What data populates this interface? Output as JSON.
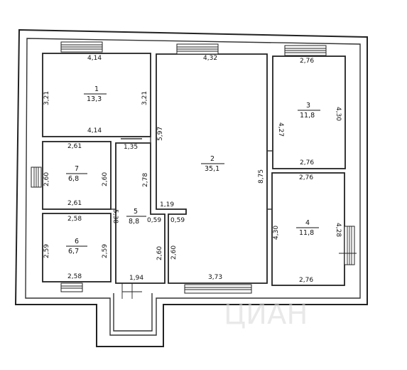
{
  "rooms": [
    {
      "num": "1",
      "area": "13,3"
    },
    {
      "num": "2",
      "area": "35,1"
    },
    {
      "num": "3",
      "area": "11,8"
    },
    {
      "num": "4",
      "area": "11,8"
    },
    {
      "num": "5",
      "area": "8,8"
    },
    {
      "num": "6",
      "area": "6,7"
    },
    {
      "num": "7",
      "area": "6,8"
    }
  ],
  "dims": {
    "r1_top": "4,14",
    "r1_bottom": "4,14",
    "r1_left": "3,21",
    "r1_right": "3,21",
    "r2_top": "4,32",
    "r2_bottom": "3,73",
    "r2_right": "8,75",
    "r2_left_upper": "5,97",
    "r2_left_lower": "2,60",
    "r2_step_w": "1,19",
    "r2_step_h": "0,59",
    "r3_top": "2,76",
    "r3_bottom": "2,76",
    "r3_left": "4,27",
    "r3_right": "4,30",
    "r4_top": "2,76",
    "r4_bottom": "2,76",
    "r4_left": "4,30",
    "r4_right": "4,28",
    "r5_top": "1,35",
    "r5_bottom": "1,94",
    "r5_left": "5,38",
    "r5_right_upper": "2,78",
    "r5_right_lower": "2,60",
    "r5_step": "0,59",
    "r6_top": "2,58",
    "r6_bottom": "2,58",
    "r6_left": "2,59",
    "r6_right": "2,59",
    "r7_top": "2,61",
    "r7_bottom": "2,61",
    "r7_left": "2,60",
    "r7_right": "2,60"
  },
  "watermark": "ЦИАН"
}
